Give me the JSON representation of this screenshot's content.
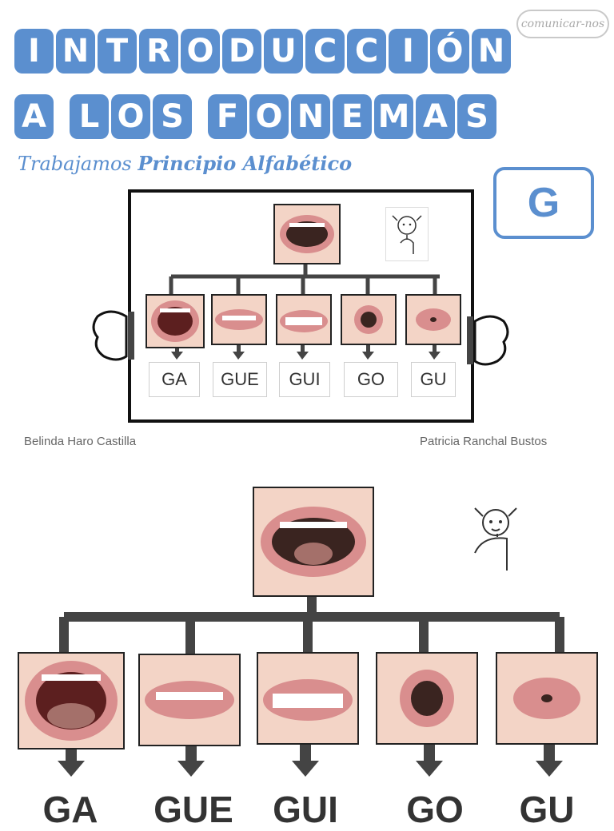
{
  "brand": {
    "name": "comunicar-nos"
  },
  "title": {
    "line1": [
      "I",
      "N",
      "T",
      "R",
      "O",
      "D",
      "U",
      "C",
      "C",
      "I",
      "Ó",
      "N"
    ],
    "line2": [
      "A",
      " ",
      "L",
      "O",
      "S",
      " ",
      "F",
      "O",
      "N",
      "E",
      "M",
      "A",
      "S"
    ]
  },
  "subtitle": {
    "part1": "Trabajamos ",
    "part2": "Principio Alfabético"
  },
  "letter": "G",
  "syllables": [
    "GA",
    "GUE",
    "GUI",
    "GO",
    "GU"
  ],
  "authors": {
    "left": "Belinda Haro Castilla",
    "right": "Patricia Ranchal Bustos"
  },
  "colors": {
    "accent": "#5b8fcf",
    "line": "#444444"
  },
  "icons": [
    "mouth-open-icon",
    "girl-pictogram-icon",
    "hand-icon",
    "arrow-down-icon"
  ]
}
